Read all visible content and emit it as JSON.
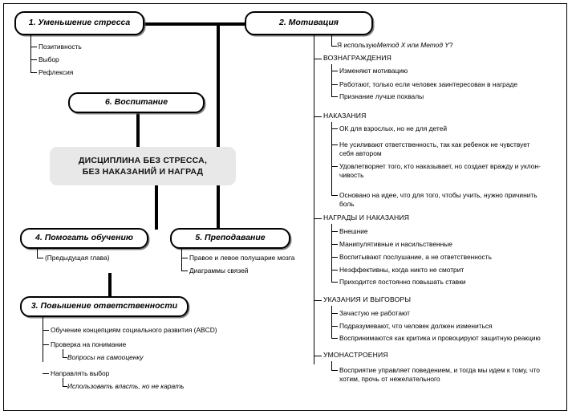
{
  "diagram": {
    "title": "ДИСЦИПЛИНА БЕЗ СТРЕССА, БЕЗ НАКАЗАНИЙ И НАГРАД",
    "center_line1": "ДИСЦИПЛИНА БЕЗ СТРЕССА,",
    "center_line2": "БЕЗ НАКАЗАНИЙ И НАГРАД",
    "center_fill": "#e8e8e8",
    "line_color": "#000000",
    "box_fill": "#ffffff"
  },
  "boxes": {
    "b1": "1. Уменьшение стресса",
    "b2": "2. Мотивация",
    "b3": "3. Повышение ответственности",
    "b4": "4. Помогать обучению",
    "b5": "5. Преподавание",
    "b6": "6. Воспитание"
  },
  "branch1": {
    "items": [
      "Позитивность",
      "Выбор",
      "Рефлексия"
    ]
  },
  "branch4": {
    "items": [
      "(Предыдущая глава)"
    ]
  },
  "branch5": {
    "items": [
      "Правое и левое полушарие мозга",
      "Диаграммы связей"
    ]
  },
  "branch3": {
    "items": [
      "Обучение концепциям социального развития (ABCD)",
      "Проверка на понимание",
      "Направлять выбор"
    ],
    "sub_check": "Вопросы на самооценку",
    "sub_choice": "Использовать власть, но не карать"
  },
  "branch2": {
    "lead": "Я использую",
    "lead_em1": "Метод X",
    "lead_mid": " или ",
    "lead_em2": "Метод Y",
    "lead_tail": "?",
    "lead_full": "Я использую Метод X или Метод Y?",
    "groups": [
      {
        "heading": "ВОЗНАГРАЖДЕНИЯ",
        "items": [
          "Изменяют мотивацию",
          "Работают, только если человек заинтересован в награде",
          "Признание лучше похвалы"
        ]
      },
      {
        "heading": "НАКАЗАНИЯ",
        "items": [
          "ОК для взрослых, но не для детей",
          "Не усиливают ответственность, так как ребенок не чувствует себя автором",
          "Удовлетворяет того, кто наказывает, но создает вражду и уклон-чивость",
          "Основано на идее, что для того, чтобы учить, нужно причинить боль"
        ]
      },
      {
        "heading": "НАГРАДЫ И НАКАЗАНИЯ",
        "items": [
          "Внешние",
          "Манипулятивные и насильственные",
          "Воспитывают послушание, а не ответственность",
          "Неэффективны, когда никто не смотрит",
          "Приходится постоянно повышать ставки"
        ]
      },
      {
        "heading": "УКАЗАНИЯ И ВЫГОВОРЫ",
        "items": [
          "Зачастую не работают",
          "Подразумевают, что человек должен измениться",
          "Воспринимаются как критика и провоцируют защитную реакцию"
        ]
      },
      {
        "heading": "УМОНАСТРОЕНИЯ",
        "items": [
          "Восприятие управляет поведением, и тогда мы идем к тому, что хотим, прочь от нежелательного"
        ]
      }
    ]
  }
}
